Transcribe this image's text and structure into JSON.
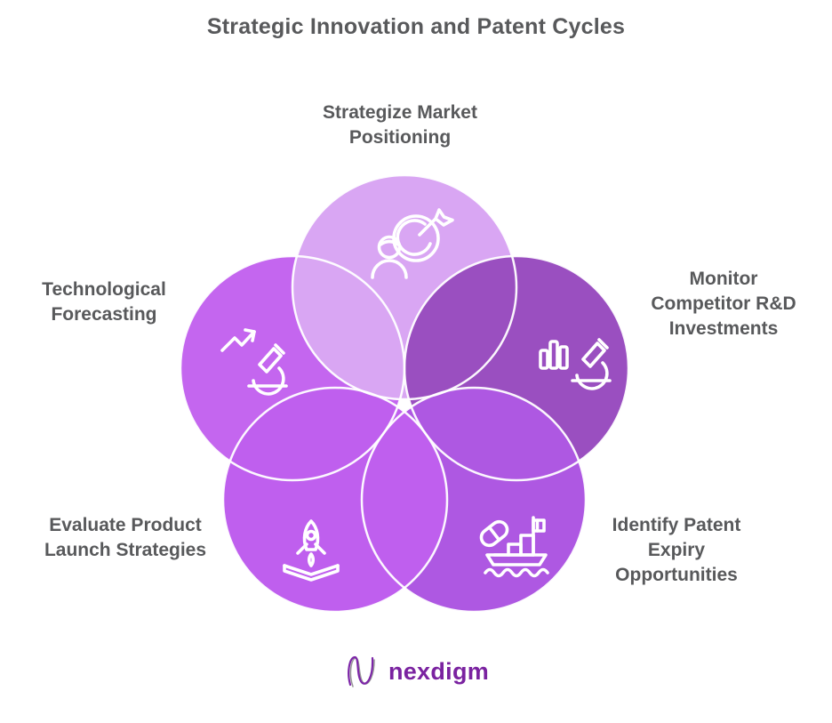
{
  "title": "Strategic Innovation and Patent Cycles",
  "petals": [
    {
      "name": "strategize-market-positioning",
      "label": "Strategize Market\nPositioning",
      "icon": "person-target-icon",
      "color": "#d9a6f3"
    },
    {
      "name": "monitor-competitor-rd-investments",
      "label": "Monitor\nCompetitor R&D\nInvestments",
      "icon": "barchart-microscope-icon",
      "color": "#9a4fc0"
    },
    {
      "name": "identify-patent-expiry-opportunities",
      "label": "Identify Patent\nExpiry\nOpportunities",
      "icon": "pill-ship-icon",
      "color": "#ae58e2"
    },
    {
      "name": "evaluate-product-launch-strategies",
      "label": "Evaluate Product\nLaunch Strategies",
      "icon": "rocket-launch-icon",
      "color": "#bf5fee"
    },
    {
      "name": "technological-forecasting",
      "label": "Technological\nForecasting",
      "icon": "microscope-trend-icon",
      "color": "#c466ef"
    }
  ],
  "logo": {
    "text": "nexdigm",
    "color": "#7a22a0"
  },
  "theme": {
    "label_color": "#58595b",
    "outline_color": "#ffffff",
    "background": "#ffffff"
  }
}
